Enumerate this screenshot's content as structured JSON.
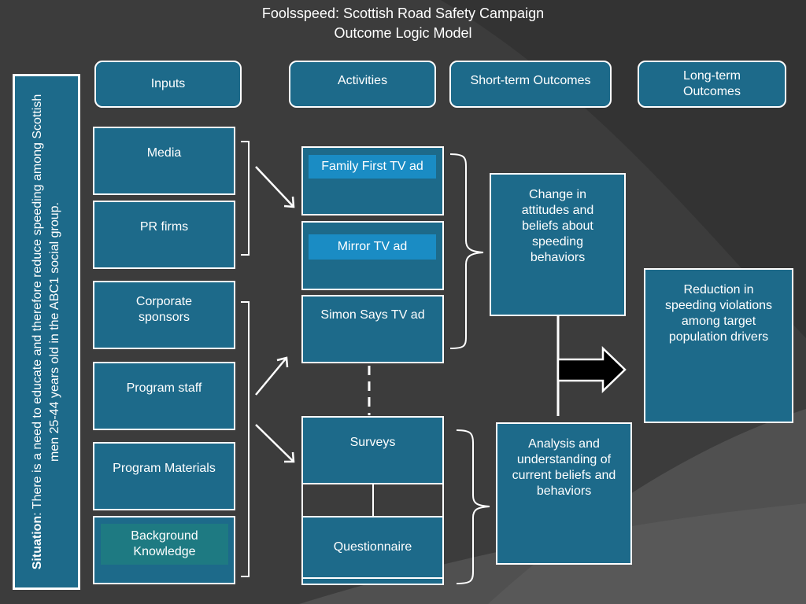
{
  "title": {
    "line1": "Foolsspeed: Scottish Road Safety Campaign",
    "line2": "Outcome Logic Model"
  },
  "situation": {
    "label": "Situation",
    "text": ":  There is a need to educate and therefore reduce speeding among Scottish men 25-44 years old in the ABC1 social group."
  },
  "headers": {
    "inputs": "Inputs",
    "activities": "Activities",
    "short_term": "Short-term Outcomes",
    "long_term": "Long-term Outcomes"
  },
  "inputs": {
    "media": "Media",
    "pr_firms": "PR firms",
    "corporate_sponsors": "Corporate sponsors",
    "program_staff": "Program staff",
    "program_materials": "Program Materials",
    "background_knowledge": "Background Knowledge"
  },
  "activities": {
    "family_first": "Family First TV ad",
    "mirror": "Mirror TV ad",
    "simon_says": "Simon Says TV ad",
    "surveys": "Surveys",
    "questionnaire": "Questionnaire"
  },
  "outcomes": {
    "change_attitudes": "Change in attitudes and beliefs about speeding behaviors",
    "analysis": "Analysis and understanding of current beliefs and behaviors",
    "reduction": "Reduction in speeding violations among target population drivers"
  },
  "colors": {
    "box_fill": "#1d6a8a",
    "label_fill": "#1a8cc4",
    "background": "#3a3a3a",
    "stroke": "#ffffff",
    "arrow_fill": "#000000"
  }
}
